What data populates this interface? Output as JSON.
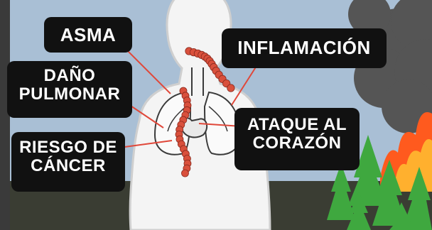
{
  "labels": {
    "asma": "ASMA",
    "dano_line1": "DAÑO",
    "dano_line2": "PULMONAR",
    "riesgo_line1": "RIESGO DE",
    "riesgo_line2": "CÁNCER",
    "inflamacion": "INFLAMACIÓN",
    "ataque_line1": "ATAQUE AL",
    "ataque_line2": "CORAZÓN"
  },
  "colors": {
    "sky": "#a9bfd5",
    "ground": "#3a3d33",
    "body": "#f4f4f4",
    "outline": "#cfcfcf",
    "label_bg": "#111111",
    "label_text": "#ffffff",
    "pointer": "#e0483a",
    "particles": "#d9503c",
    "smoke": "#555555",
    "fire": "#ff5a1e",
    "trees": "#3fa83f"
  }
}
